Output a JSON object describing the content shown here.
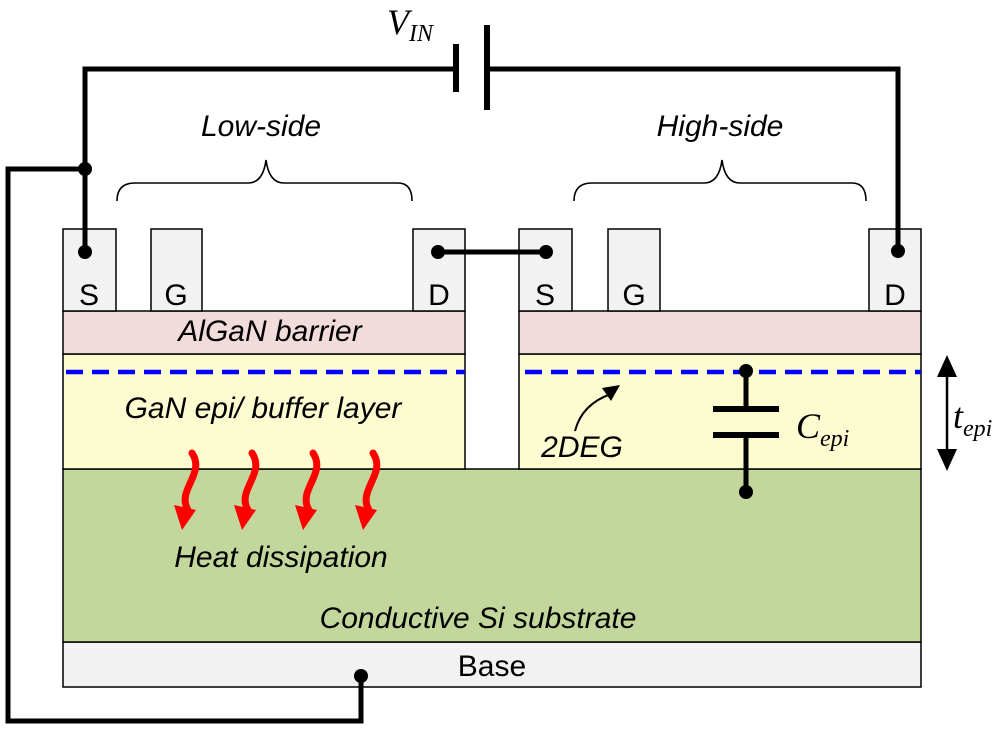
{
  "colors": {
    "algan": "#f2dcdb",
    "gan": "#fdfbd0",
    "substrate": "#c3d69b",
    "base": "#f2f2f2",
    "terminal": "#f2f2f2",
    "twodeg": "#0000ff",
    "heat": "#ff0000"
  },
  "supply": {
    "label_main": "V",
    "label_sub": "IN"
  },
  "low_side": {
    "label": "Low-side",
    "terminals": {
      "source": "S",
      "gate": "G",
      "drain": "D"
    }
  },
  "high_side": {
    "label": "High-side",
    "terminals": {
      "source": "S",
      "gate": "G",
      "drain": "D"
    }
  },
  "layers": {
    "algan": "AlGaN barrier",
    "gan": "GaN epi/ buffer layer",
    "substrate": "Conductive Si substrate",
    "base": "Base"
  },
  "labels": {
    "twodeg": "2DEG",
    "heat": "Heat dissipation",
    "cepi_main": "C",
    "cepi_sub": "epi",
    "tepi_main": "t",
    "tepi_sub": "epi"
  }
}
